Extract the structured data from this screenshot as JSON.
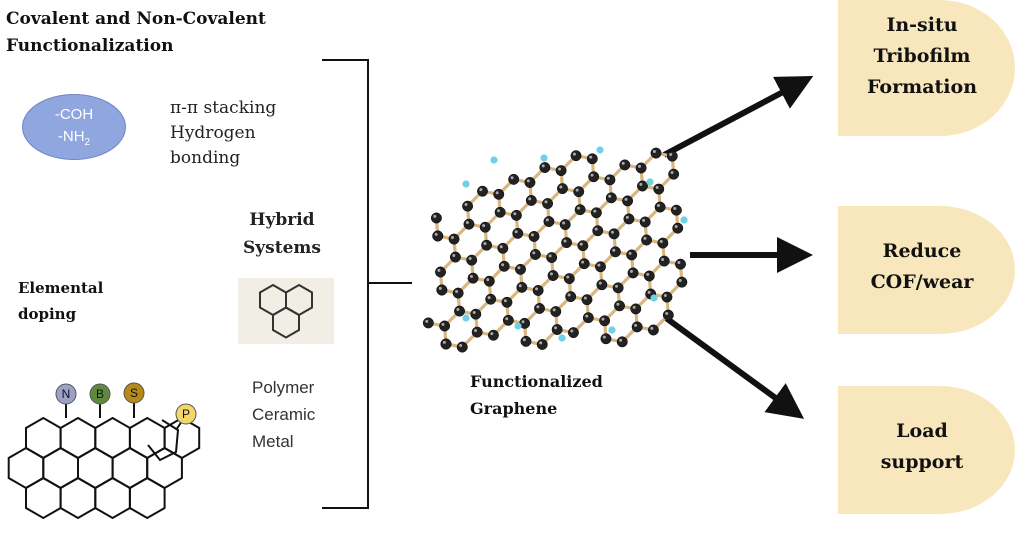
{
  "title": {
    "line1": "Covalent and Non-Covalent",
    "line2": "Functionalization"
  },
  "covalent_groups": {
    "group1": "-COH",
    "group2_base": "-NH",
    "group2_sub": "2"
  },
  "noncovalent": {
    "line1": "π-π stacking",
    "line2": "Hydrogen",
    "line3": "bonding"
  },
  "hybrid": {
    "line1": "Hybrid",
    "line2": "Systems",
    "materials": [
      "Polymer",
      "Ceramic",
      "Metal"
    ]
  },
  "doping": {
    "line1": "Elemental",
    "line2": "doping",
    "atoms": [
      "N",
      "B",
      "S",
      "P"
    ]
  },
  "center": {
    "line1": "Functionalized",
    "line2": "Graphene"
  },
  "outcomes": [
    {
      "lines": [
        "In-situ",
        "Tribofilm",
        "Formation"
      ]
    },
    {
      "lines": [
        "Reduce",
        "COF/wear"
      ]
    },
    {
      "lines": [
        "Load",
        "support"
      ]
    }
  ],
  "colors": {
    "ellipse": "#8fa6df",
    "outcome_fill": "#f8e7bd",
    "atom_N": "#9aa3c7",
    "atom_B": "#5e8a3e",
    "atom_S": "#b58a1a",
    "atom_P": "#f3d76b",
    "carbon": "#222222",
    "hydrogen": "#6fd0e6",
    "bond": "#d9b781"
  }
}
